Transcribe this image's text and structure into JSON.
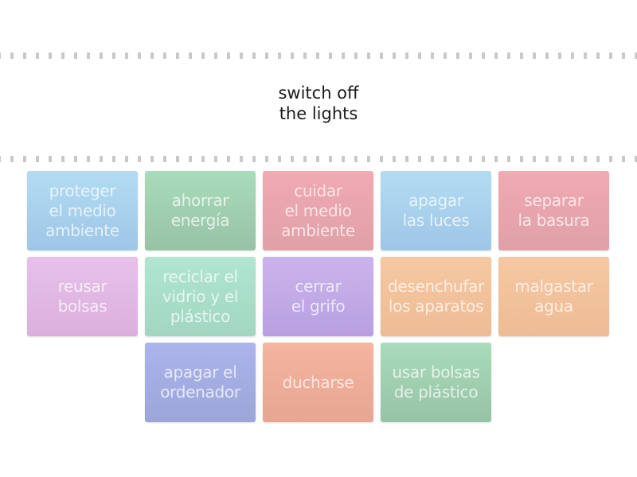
{
  "prompt": {
    "text": "switch off\nthe lights"
  },
  "tiles": [
    {
      "label": "proteger\nel medio\nambiente",
      "color_top": "#b3dcf3",
      "color_bottom": "#9ec6e6"
    },
    {
      "label": "ahorrar\nenergía",
      "color_top": "#a8dcba",
      "color_bottom": "#98c2a6"
    },
    {
      "label": "cuidar\nel medio\nambiente",
      "color_top": "#f0aab3",
      "color_bottom": "#e0a0a8"
    },
    {
      "label": "apagar\nlas luces",
      "color_top": "#b3dcf3",
      "color_bottom": "#9ec6e6"
    },
    {
      "label": "separar\nla basura",
      "color_top": "#f0aab3",
      "color_bottom": "#e0a0a8"
    },
    {
      "label": "reusar\nbolsas",
      "color_top": "#e8c0ec",
      "color_bottom": "#dab0dc"
    },
    {
      "label": "reciclar el\nvidrio y el\nplástico",
      "color_top": "#b0e6d2",
      "color_bottom": "#a2d6c0"
    },
    {
      "label": "cerrar\nel grifo",
      "color_top": "#cbb4ec",
      "color_bottom": "#b8a0e0"
    },
    {
      "label": "desenchufar\nlos aparatos",
      "color_top": "#f6c8a2",
      "color_bottom": "#ecbc94"
    },
    {
      "label": "malgastar\nagua",
      "color_top": "#f6c8a2",
      "color_bottom": "#ecbc94"
    },
    {
      "label": "apagar el\nordenador",
      "color_top": "#acb4ec",
      "color_bottom": "#9ca6d8"
    },
    {
      "label": "ducharse",
      "color_top": "#f4b4a0",
      "color_bottom": "#e6a692"
    },
    {
      "label": "usar bolsas\nde plástico",
      "color_top": "#a8dcba",
      "color_bottom": "#98c2a6"
    }
  ]
}
